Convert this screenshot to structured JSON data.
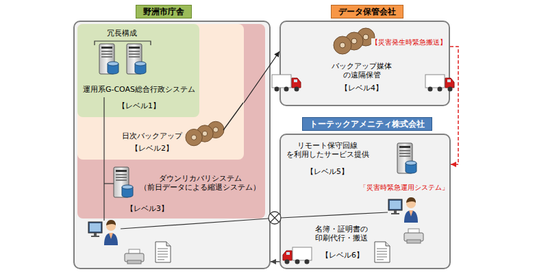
{
  "diagram": {
    "nodes": [
      {
        "text": [
          "野洲市庁舎"
        ]
      },
      {
        "text": [
          "ダウンリカバリシステム （前日データによる縮退システム）",
          "【レベル3】"
        ],
        "in": 0
      },
      {
        "text": [
          "日次バックアップ",
          "【レベル2】"
        ],
        "in": 1
      },
      {
        "text": [
          "冗長構成",
          "運用系G-COAS総合行政システム",
          "【レベル1】"
        ],
        "in": 2
      },
      {
        "text": [
          "データ保管会社",
          "バックアップ媒体 の遠隔保管",
          "【レベル4】"
        ]
      },
      {
        "text": [
          "トーテックアメニティ株式会社",
          "リモート保守回線 を利用したサービス提供",
          "【レベル5】",
          "「災害時緊急運用システム」",
          "名簿・証明書の 印刷代行・搬送",
          "【レベル6】"
        ]
      }
    ],
    "edges": [
      {
        "from": 2,
        "to": 4,
        "arrow": "to"
      },
      {
        "from": 4,
        "to": 5,
        "arrow": "to",
        "label": "【災害発生時緊急搬送】"
      },
      {
        "from": 0,
        "to": 5,
        "arrow": "none"
      },
      {
        "from": 5,
        "to": 0,
        "arrow": "to"
      }
    ]
  }
}
